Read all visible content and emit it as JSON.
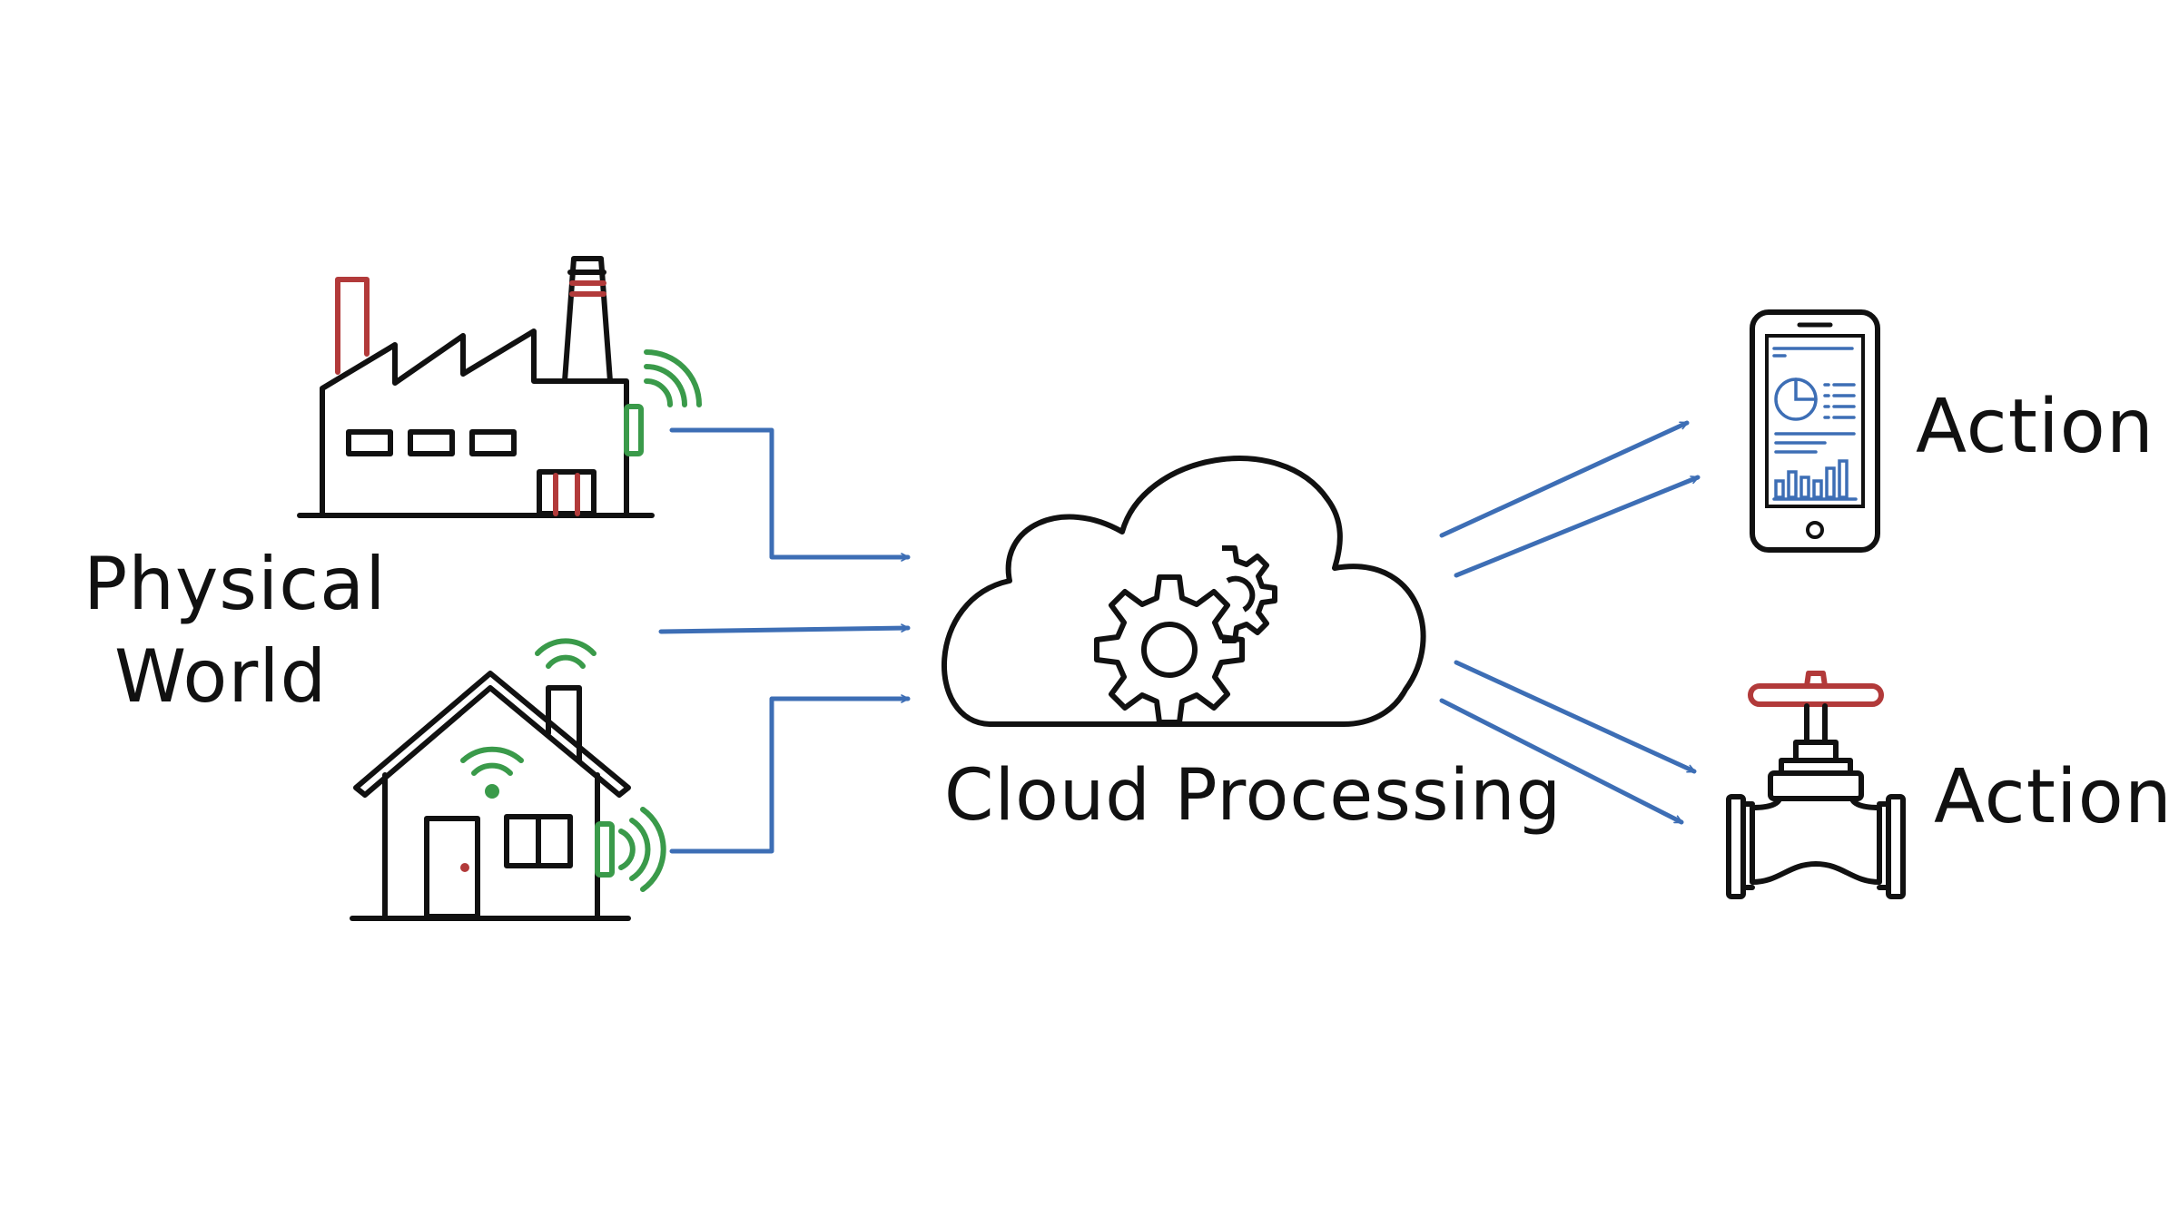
{
  "labels": {
    "physical_world_line1": "Physical",
    "physical_world_line2": "World",
    "cloud_processing": "Cloud Processing",
    "action_top": "Action",
    "action_bottom": "Action"
  },
  "colors": {
    "ink": "#111111",
    "arrow": "#3d6eb5",
    "signal": "#3a9a4a",
    "accent_red": "#b23a3a"
  },
  "icons": {
    "factory": "factory-icon",
    "house": "house-icon",
    "cloud": "cloud-icon",
    "gears": "gears-icon",
    "smartphone": "smartphone-dashboard-icon",
    "valve": "valve-icon"
  }
}
